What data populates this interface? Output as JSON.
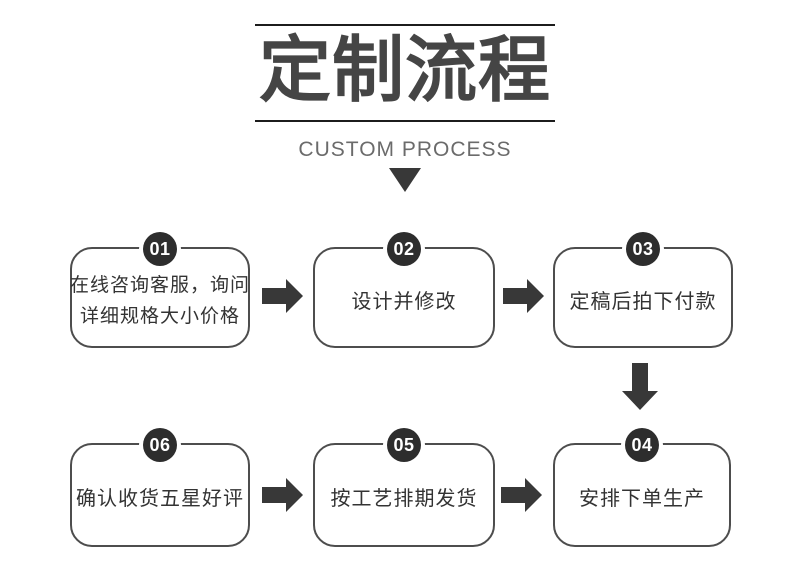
{
  "header": {
    "title": "定制流程",
    "subtitle": "CUSTOM PROCESS"
  },
  "steps": [
    {
      "number": "01",
      "lines": [
        "在线咨询客服，询问",
        "详细规格大小价格"
      ]
    },
    {
      "number": "02",
      "lines": [
        "设计并修改"
      ]
    },
    {
      "number": "03",
      "lines": [
        "定稿后拍下付款"
      ]
    },
    {
      "number": "04",
      "lines": [
        "安排下单生产"
      ]
    },
    {
      "number": "05",
      "lines": [
        "按工艺排期发货"
      ]
    },
    {
      "number": "06",
      "lines": [
        "确认收货五星好评"
      ]
    }
  ],
  "colors": {
    "title": "#454545",
    "subtitle": "#6b6b6b",
    "rule": "#1c1c1c",
    "badge": "#2d2d2d",
    "badge_text": "#ffffff",
    "arrow": "#383838",
    "box_border": "#4d4d4d",
    "text": "#333333",
    "background": "#ffffff"
  }
}
